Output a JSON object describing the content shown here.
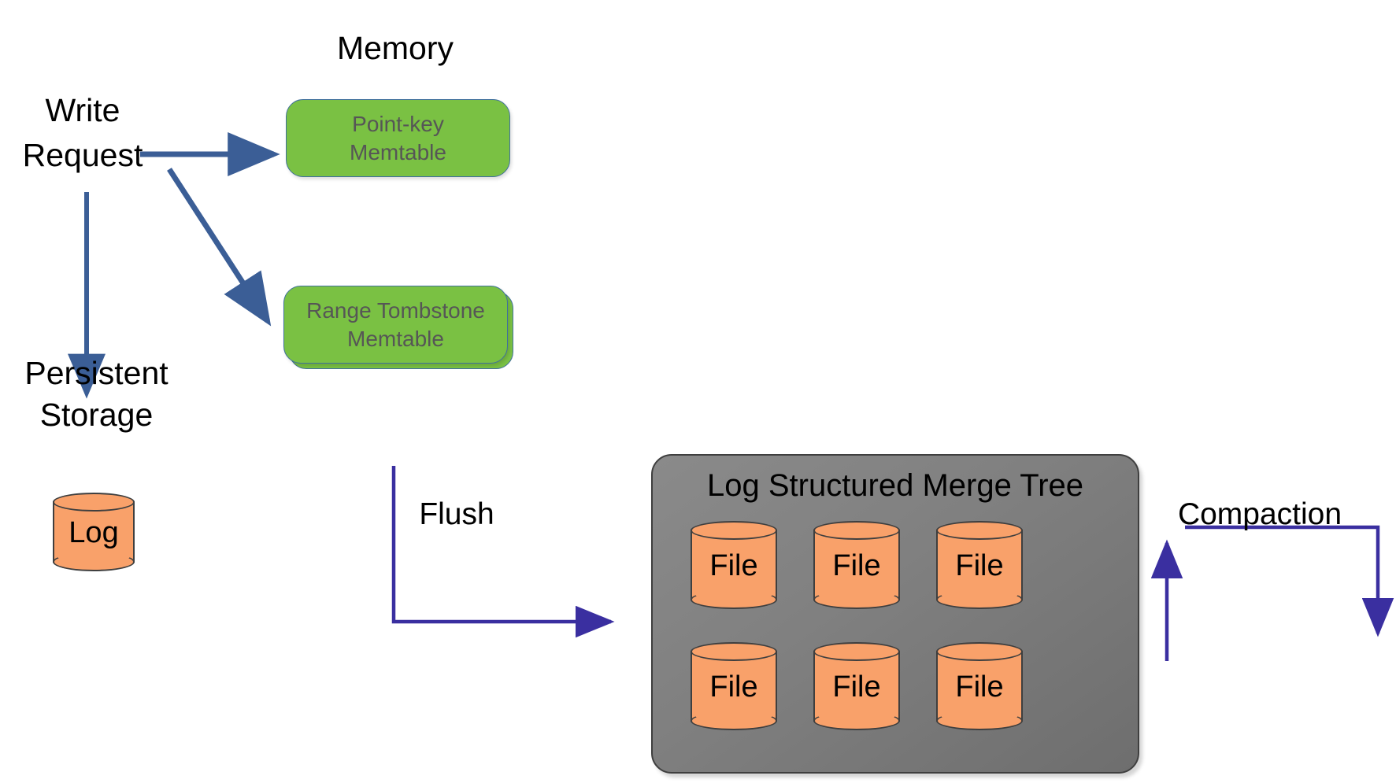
{
  "diagram": {
    "title": "Log Structured Merge Tree write path",
    "background": "#ffffff",
    "labels": {
      "memory": "Memory",
      "write_request": "Write\nRequest",
      "write_request_line1": "Write",
      "write_request_line2": "Request",
      "persistent_storage_line1": "Persistent",
      "persistent_storage_line2": "Storage",
      "flush": "Flush",
      "compaction": "Compaction",
      "lsm_title": "Log Structured Merge Tree"
    },
    "memtables": [
      {
        "name": "point-key-memtable",
        "line1": "Point-key",
        "line2": "Memtable"
      },
      {
        "name": "range-tombstone-memtable",
        "line1": "Range Tombstone",
        "line2": "Memtable"
      }
    ],
    "log_cylinder": {
      "label": "Log"
    },
    "lsm_files": [
      {
        "label": "File"
      },
      {
        "label": "File"
      },
      {
        "label": "File"
      },
      {
        "label": "File"
      },
      {
        "label": "File"
      },
      {
        "label": "File"
      }
    ],
    "colors": {
      "memtable_fill": "#7AC143",
      "memtable_border": "#41719C",
      "memtable_text": "#565656",
      "cylinder_fill": "#F9A16A",
      "cylinder_border": "#3F3F3F",
      "lsm_fill": "#808080",
      "lsm_border": "#3F3F3F",
      "thick_arrow": "#3B5E96",
      "thin_arrow": "#3A2FA0",
      "text": "#000000"
    },
    "arrows": [
      {
        "name": "write-to-point-key-arrow",
        "style": "thick",
        "from": "Write Request",
        "to": "Point-key Memtable"
      },
      {
        "name": "write-to-range-tombstone-arrow",
        "style": "thick",
        "from": "Write Request",
        "to": "Range Tombstone Memtable"
      },
      {
        "name": "write-to-log-arrow",
        "style": "thick",
        "from": "Write Request",
        "to": "Persistent Storage Log"
      },
      {
        "name": "flush-arrow",
        "style": "thin",
        "from": "Memtables",
        "to": "Log Structured Merge Tree",
        "label": "Flush"
      },
      {
        "name": "compaction-loop-arrow",
        "style": "thin",
        "from": "Log Structured Merge Tree",
        "to": "Log Structured Merge Tree",
        "label": "Compaction"
      }
    ]
  }
}
